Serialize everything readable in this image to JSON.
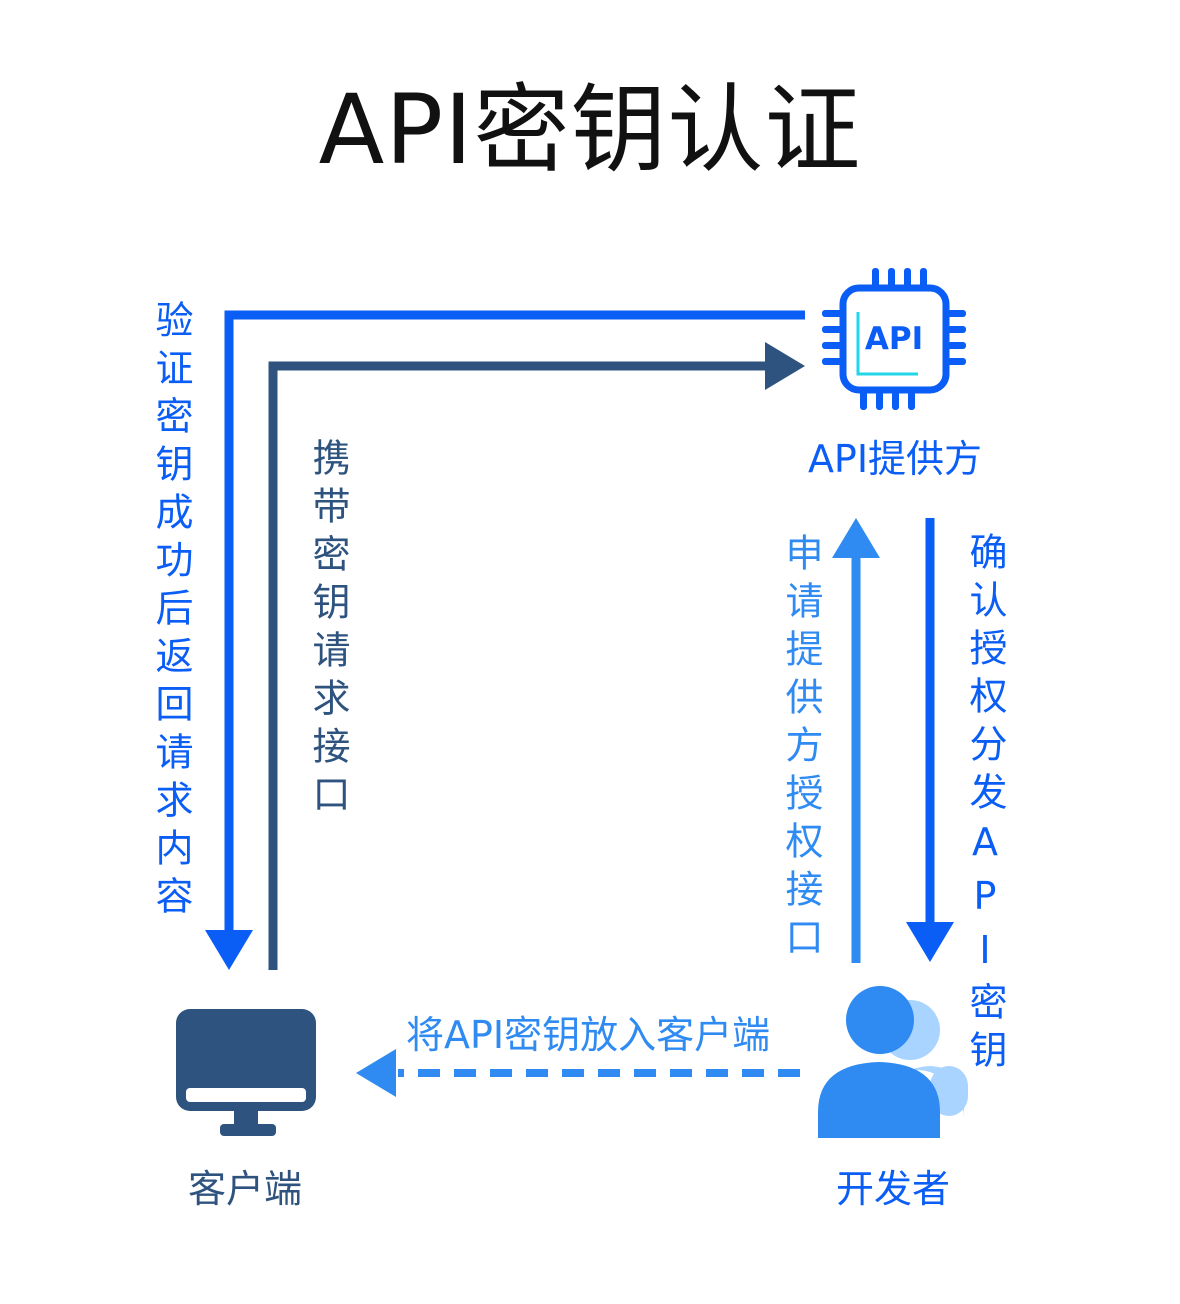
{
  "title": "API密钥认证",
  "colors": {
    "blue": "#0a5df5",
    "navy": "#2f537f",
    "light_blue": "#2f8bf2",
    "pale_blue": "#a8d4ff",
    "cyan": "#20d6e8"
  },
  "nodes": {
    "provider": {
      "icon": "api-chip-icon",
      "icon_text": "API",
      "label": "API提供方"
    },
    "client": {
      "icon": "monitor-icon",
      "label": "客户端"
    },
    "developer": {
      "icon": "users-icon",
      "label": "开发者"
    }
  },
  "edges": {
    "verify_return": "验证密钥成功后返回请求内容",
    "carry_key": "携带密钥请求接口",
    "apply_auth": "申请提供方授权接口",
    "confirm_issue": "确认授权分发API密钥",
    "put_key": "将API密钥放入客户端"
  }
}
